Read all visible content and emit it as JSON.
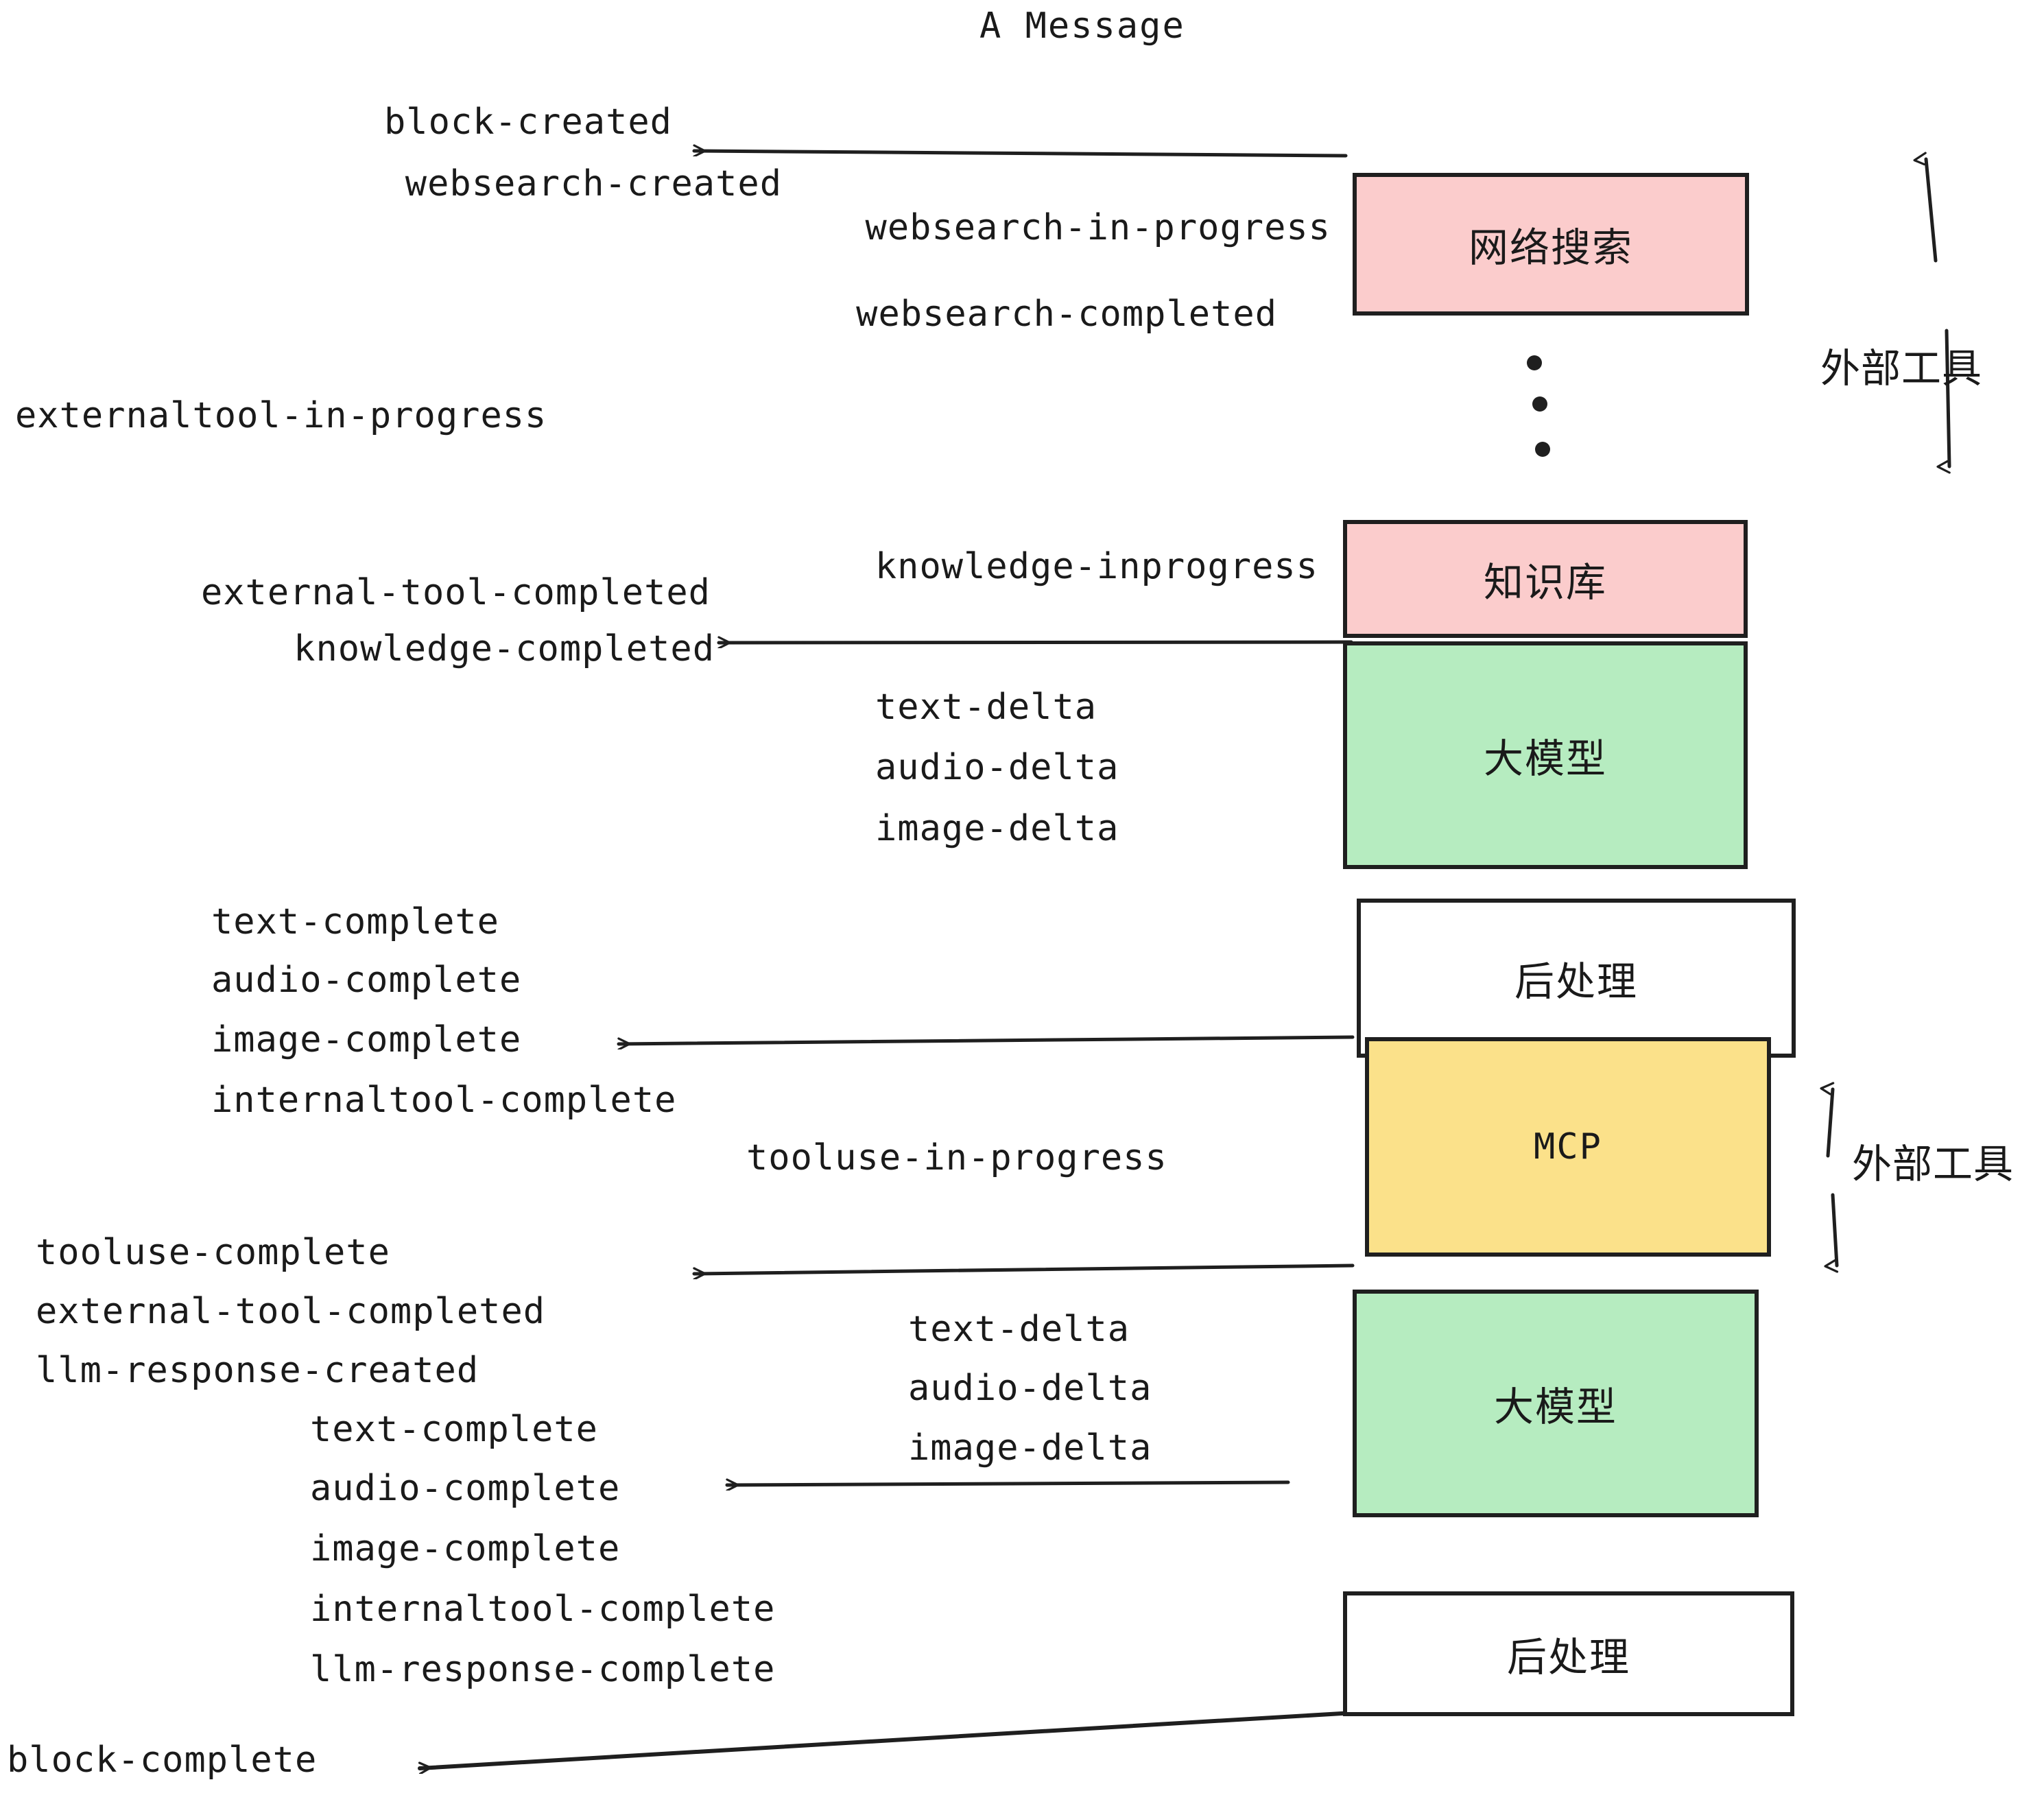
{
  "title": "A Message",
  "colors": {
    "external_tool_fill": "#fbcccc",
    "llm_fill": "#b6ecc0",
    "mcp_fill": "#fbe18a",
    "postprocess_fill": "#ffffff",
    "stroke": "#1f1f1f",
    "text": "#1a1a1a"
  },
  "events": {
    "block_created": "block-created",
    "websearch_created": "websearch-created",
    "websearch_in_progress": "websearch-in-progress",
    "websearch_completed": "websearch-completed",
    "externaltool_in_progress": "externaltool-in-progress",
    "knowledge_inprogress": "knowledge-inprogress",
    "external_tool_completed_1": "external-tool-completed",
    "knowledge_completed": "knowledge-completed",
    "text_delta_1": "text-delta",
    "audio_delta_1": "audio-delta",
    "image_delta_1": "image-delta",
    "text_complete_1": "text-complete",
    "audio_complete_1": "audio-complete",
    "image_complete_1": "image-complete",
    "internaltool_complete_1": "internaltool-complete",
    "tooluse_in_progress": "tooluse-in-progress",
    "tooluse_complete": "tooluse-complete",
    "external_tool_completed_2": "external-tool-completed",
    "llm_response_created": "llm-response-created",
    "text_delta_2": "text-delta",
    "audio_delta_2": "audio-delta",
    "image_delta_2": "image-delta",
    "text_complete_2": "text-complete",
    "audio_complete_2": "audio-complete",
    "image_complete_2": "image-complete",
    "internaltool_complete_2": "internaltool-complete",
    "llm_response_complete": "llm-response-complete",
    "block_complete": "block-complete"
  },
  "nodes": {
    "websearch": "网络搜索",
    "knowledge_base": "知识库",
    "llm_1": "大模型",
    "postprocess_1": "后处理",
    "mcp": "MCP",
    "llm_2": "大模型",
    "postprocess_2": "后处理"
  },
  "side_labels": {
    "external_tool_top": "外部工具",
    "external_tool_bottom": "外部工具"
  },
  "ellipsis": "•••"
}
